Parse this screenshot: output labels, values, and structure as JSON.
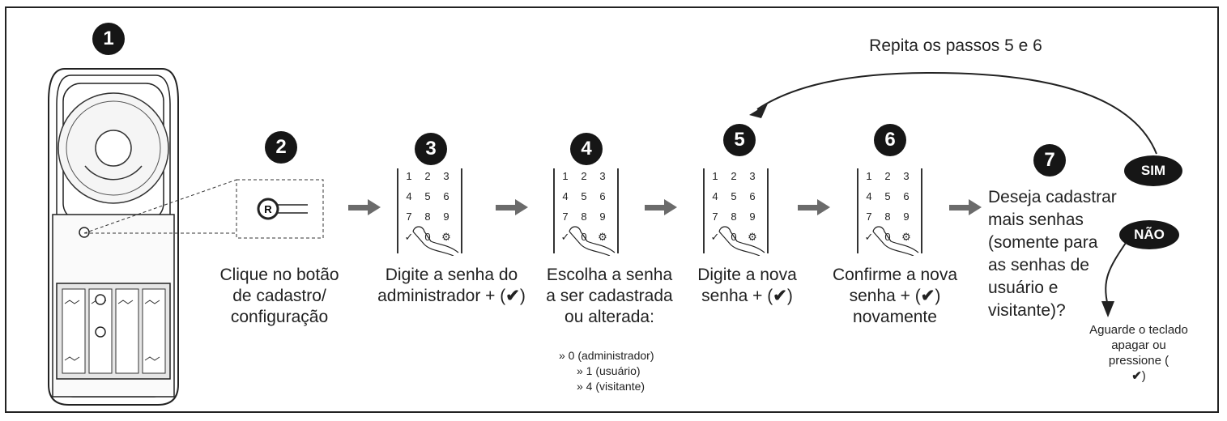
{
  "steps": {
    "s1": "1",
    "s2": "2",
    "s3": "3",
    "s4": "4",
    "s5": "5",
    "s6": "6",
    "s7": "7"
  },
  "repeat_label": "Repita os passos 5 e 6",
  "yes_label": "SIM",
  "no_label": "NÃO",
  "captions": {
    "step2": [
      "Clique no botão",
      "de cadastro/",
      "configuração"
    ],
    "step3": [
      "Digite a senha do",
      "administrador + (",
      ")"
    ],
    "step4": [
      "Escolha a senha",
      "a ser cadastrada",
      "ou alterada:"
    ],
    "step4_options": [
      "» 0 (administrador)",
      "» 1 (usuário)",
      "» 4 (visitante)"
    ],
    "step5": [
      "Digite a nova",
      "senha + (",
      ")"
    ],
    "step6": [
      "Confirme a nova",
      "senha + (",
      ")",
      "novamente"
    ],
    "step7": [
      "Deseja cadastrar",
      "mais senhas",
      "(somente para",
      "as senhas de",
      "usuário e",
      "visitante)?"
    ],
    "no_action": [
      "Aguarde o teclado",
      "apagar ou",
      "pressione (",
      ")"
    ]
  },
  "check_glyph": "✔",
  "keypad_keys": [
    "1",
    "2",
    "3",
    "4",
    "5",
    "6",
    "7",
    "8",
    "9",
    "✓",
    "0",
    "⚙"
  ],
  "colors": {
    "badge": "#161616",
    "arrow": "#6b6b6b",
    "line": "#222222"
  }
}
